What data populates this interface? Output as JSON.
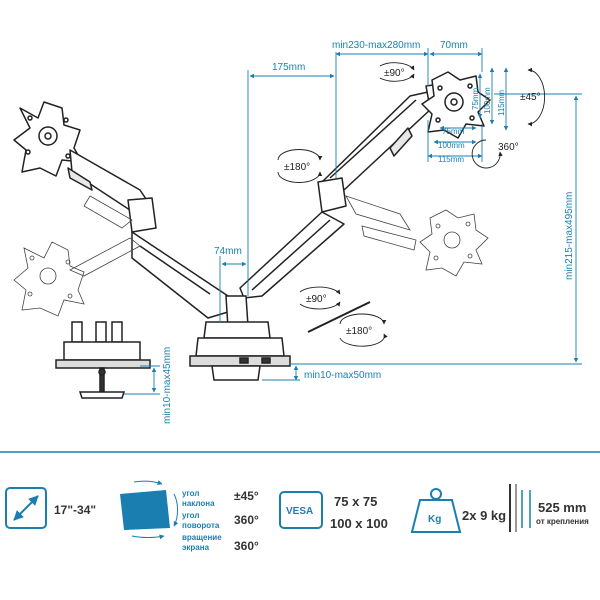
{
  "dimensions": {
    "top_offset": "175mm",
    "top_range": "min230-max280mm",
    "top_offset2": "70mm",
    "vesa_h1": "75mm",
    "vesa_h2": "100mm",
    "vesa_h3": "115mm",
    "vesa_v1": "75mm",
    "vesa_v2": "100mm",
    "vesa_v3": "115mm",
    "center_gap": "74mm",
    "height_range": "min215-max495mm",
    "clamp_range": "min10-max50mm",
    "grommet_range": "min10-max45mm"
  },
  "rotations": {
    "plate_swivel": "±90°",
    "tilt": "±45°",
    "rotate": "360°",
    "arm_swivel": "±180°",
    "base_swivel": "±90°",
    "base_rotate": "±180°"
  },
  "specs": {
    "screen_size": "17\"-34\"",
    "labels": [
      "угол",
      "наклона",
      "угол",
      "поворота",
      "вращение",
      "экрана"
    ],
    "tilt_value": "±45°",
    "swivel_value": "360°",
    "rotate_value": "360°",
    "vesa_badge": "VESA",
    "vesa_values": [
      "75 x 75",
      "100 x 100"
    ],
    "weight_badge": "Kg",
    "weight_value": "2x 9 kg",
    "wall_value": "525 mm",
    "wall_note": "от крепления"
  },
  "colors": {
    "accent": "#1a7fb0",
    "ink": "#222222"
  }
}
